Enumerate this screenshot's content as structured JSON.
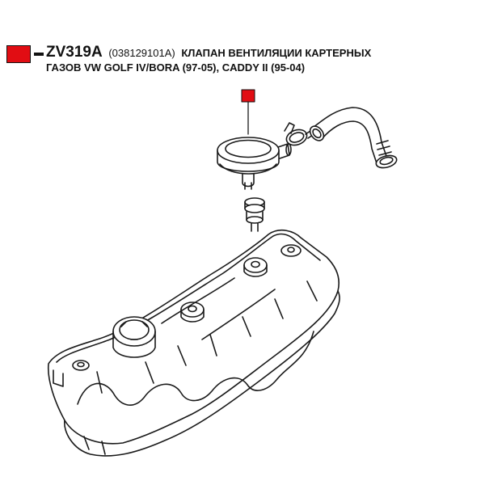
{
  "product": {
    "code": "ZV319A",
    "oem": "(038129101A)",
    "title_line1": "КЛАПАН ВЕНТИЛЯЦИИ КАРТЕРНЫХ",
    "title_line2": "ГАЗОВ VW GOLF IV/BORA (97-05), CADDY II (95-04)"
  },
  "colors": {
    "marker": "#e10d13",
    "line": "#1a1a1a",
    "background": "#ffffff"
  }
}
